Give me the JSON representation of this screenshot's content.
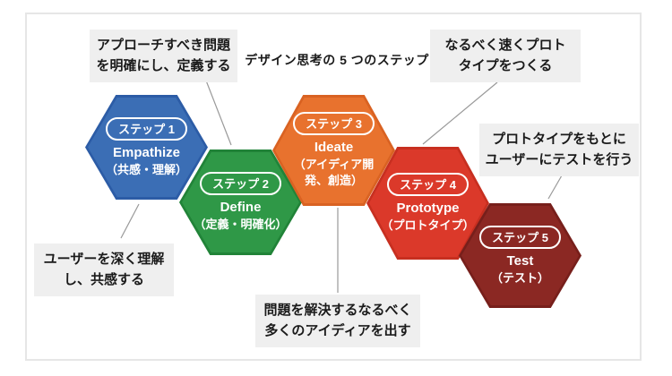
{
  "title": "デザイン思考の 5 つのステップ",
  "steps": [
    {
      "badge": "ステップ 1",
      "name_en": "Empathize",
      "name_jp": "（共感・理解）",
      "color": "#3B6EB5",
      "border_color": "#2C5CA6"
    },
    {
      "badge": "ステップ 2",
      "name_en": "Define",
      "name_jp": "（定義・明確化）",
      "color": "#2F9847",
      "border_color": "#218338"
    },
    {
      "badge": "ステップ 3",
      "name_en": "Ideate",
      "name_jp": "（アイディア開\n発、創造）",
      "color": "#E8722E",
      "border_color": "#D96222"
    },
    {
      "badge": "ステップ 4",
      "name_en": "Prototype",
      "name_jp": "（プロトタイプ）",
      "color": "#DB392A",
      "border_color": "#C72F20"
    },
    {
      "badge": "ステップ 5",
      "name_en": "Test",
      "name_jp": "（テスト）",
      "color": "#8B2823",
      "border_color": "#771F1B"
    }
  ],
  "callouts": {
    "define": "アプローチすべき問題\nを明確にし、定義する",
    "prototype": "なるべく速くプロト\nタイプをつくる",
    "test": "プロトタイプをもとに\nユーザーにテストを行う",
    "empathize": "ユーザーを深く理解\nし、共感する",
    "ideate": "問題を解決するなるべく\n多くのアイディアを出す"
  },
  "colors": {
    "callout_bg": "#EFEFEF",
    "text": "#1A1A1A",
    "connector": "#999999",
    "frame_border": "#E6E6E6"
  }
}
